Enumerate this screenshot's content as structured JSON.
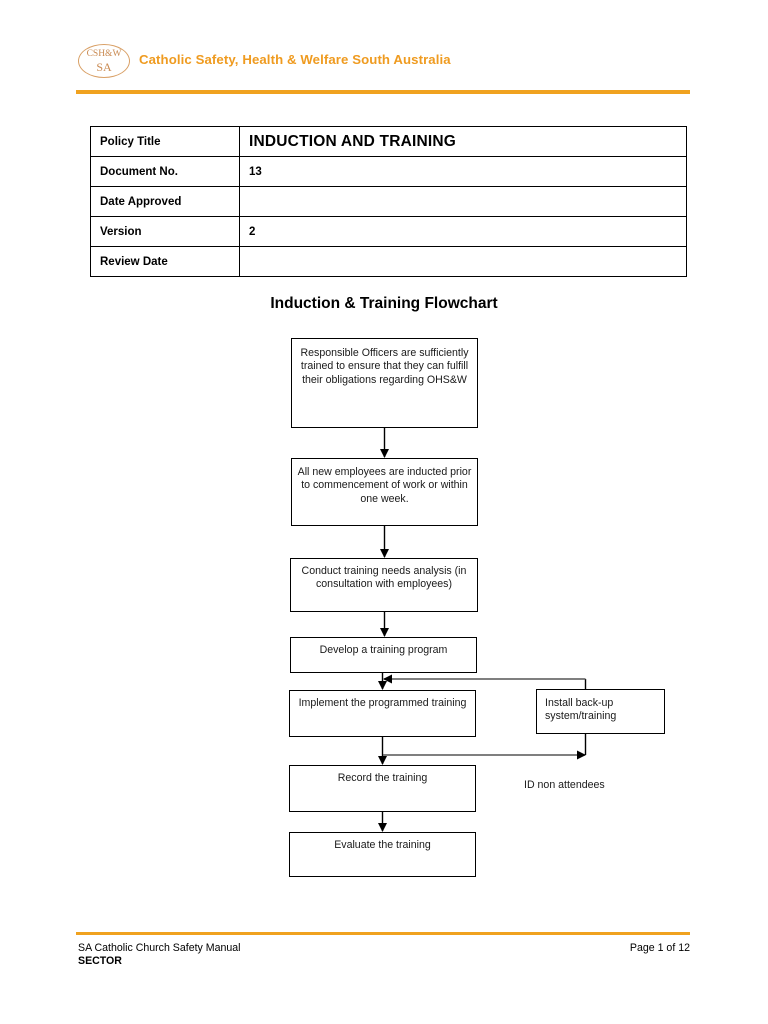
{
  "header": {
    "logo": {
      "top_text": "CSH&W",
      "bottom_text": "SA",
      "name": "cshw-sa-logo"
    },
    "title": "Catholic Safety, Health & Welfare South Australia",
    "accent_color": "#f0a21f"
  },
  "info_table": {
    "rows": [
      {
        "label": "Policy Title",
        "value": "INDUCTION AND TRAINING"
      },
      {
        "label": "Document No.",
        "value": "13"
      },
      {
        "label": "Date Approved",
        "value": ""
      },
      {
        "label": "Version",
        "value": "2"
      },
      {
        "label": "Review Date",
        "value": ""
      }
    ]
  },
  "flowchart": {
    "title": "Induction & Training Flowchart",
    "boxes": {
      "responsible": "Responsible Officers are sufficiently trained to ensure that they can fulfill their obligations regarding OHS&W",
      "induction": "All new employees are inducted prior to commencement of work or within one week.",
      "needs": "Conduct training needs analysis (in consultation with employees)",
      "develop": "Develop a training program",
      "implement": "Implement the programmed training",
      "backup": "Install back-up system/training",
      "record": "Record the training",
      "evaluate": "Evaluate the training"
    },
    "labels": {
      "id_non_attendees": "ID non attendees"
    }
  },
  "footer": {
    "manual": "SA Catholic Church Safety Manual",
    "sector": "SECTOR",
    "page": "Page 1 of 12"
  }
}
